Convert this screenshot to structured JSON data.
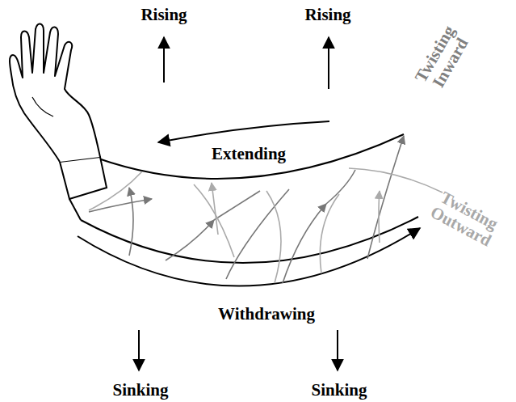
{
  "diagram": {
    "labels": [
      "Rising",
      "Rising",
      "Extending",
      "Twisting Inward",
      "Twisting Outward",
      "Withdrawing",
      "Sinking",
      "Sinking"
    ]
  }
}
